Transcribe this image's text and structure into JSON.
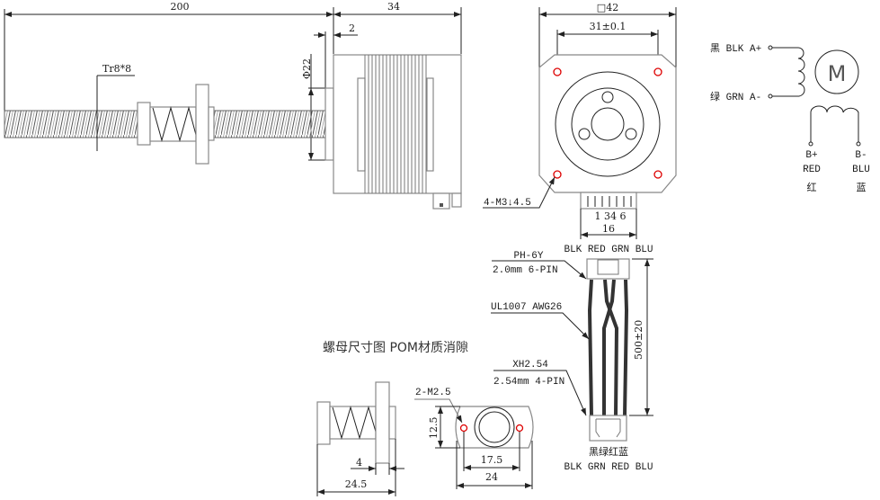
{
  "side_view": {
    "length_dim": "200",
    "motor_len_dim": "34",
    "boss_dim": "2",
    "boss_dia_dim": "Φ22",
    "thread_label": "Tr8*8"
  },
  "front_view": {
    "square_dim": "□42",
    "hole_spacing_dim": "31±0.1",
    "mount_holes_label": "4-M3↓4.5",
    "pin_numbers": "1 34 6",
    "connector_width_dim": "16"
  },
  "wiring": {
    "a_plus": "黑 BLK A+",
    "a_minus": "绿 GRN A-",
    "motor_symbol": "M",
    "b_plus": {
      "pin": "B+",
      "color_en": "RED",
      "color_cn": "红"
    },
    "b_minus": {
      "pin": "B-",
      "color_en": "BLU",
      "color_cn": "蓝"
    }
  },
  "cable": {
    "top_colors": "BLK RED GRN BLU",
    "top_connector_model": "PH-6Y",
    "top_connector_spec": "2.0mm 6-PIN",
    "wire_spec": "UL1007 AWG26",
    "length_dim": "500±20",
    "bottom_connector_model": "XH2.54",
    "bottom_connector_spec": "2.54mm 4-PIN",
    "bottom_colors_cn": "黑绿红蓝",
    "bottom_colors_en": "BLK GRN RED BLU"
  },
  "nut": {
    "title": "螺母尺寸图 POM材质消隙",
    "flange_thk_dim": "4",
    "length_dim": "24.5",
    "holes_label": "2-M2.5",
    "height_dim": "12.5",
    "hole_spacing_dim": "17.5",
    "width_dim": "24"
  },
  "colors": {
    "hole_red": "#dd0000",
    "line": "#222222"
  }
}
